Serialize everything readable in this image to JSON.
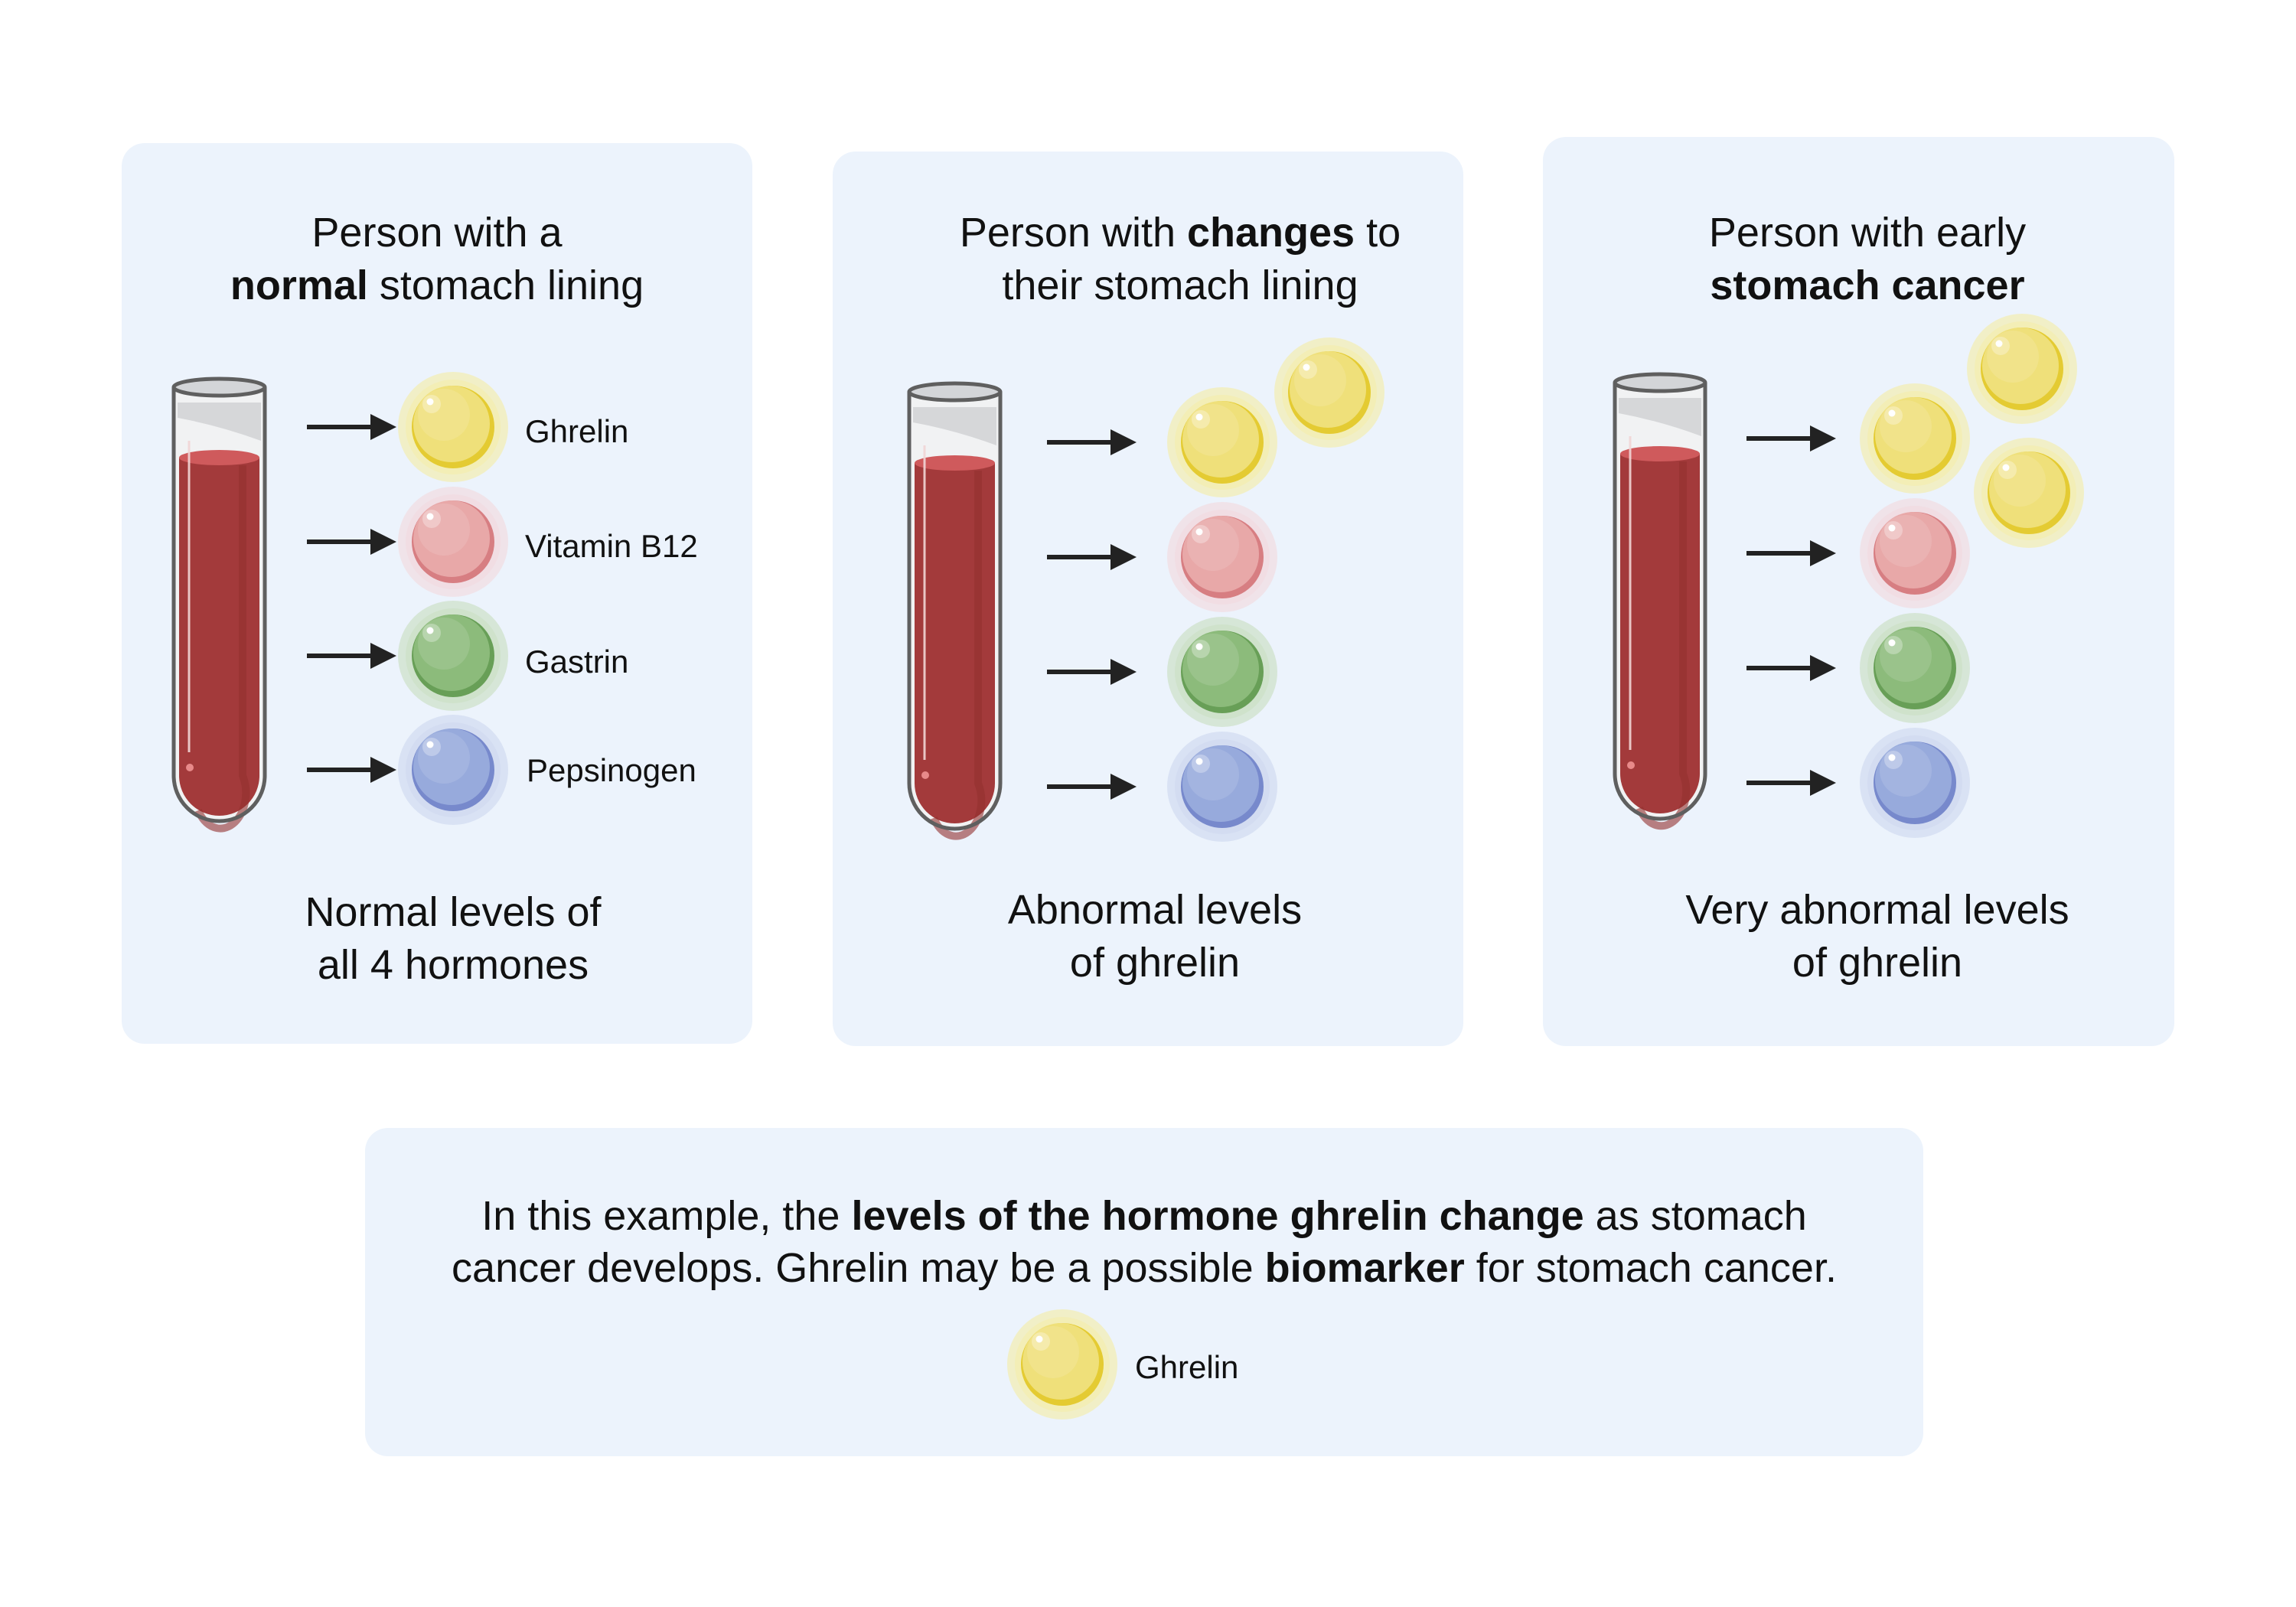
{
  "colors": {
    "panel_bg": "#ECF3FC",
    "page_bg": "#FFFFFF",
    "blood": "#A33A3B",
    "blood_top": "#CF5A5C",
    "arrow": "#222222"
  },
  "hormones": [
    {
      "key": "ghrelin",
      "name": "Ghrelin",
      "fill": "#EFE07A",
      "rim": "#E4CB32",
      "halo": "#F3EEB6"
    },
    {
      "key": "vitamin_b12",
      "name": "Vitamin B12",
      "fill": "#E8A8A8",
      "rim": "#D77E82",
      "halo": "#F1DDE3"
    },
    {
      "key": "gastrin",
      "name": "Gastrin",
      "fill": "#8CBB7B",
      "rim": "#689F57",
      "halo": "#CFE2CB"
    },
    {
      "key": "pepsinogen",
      "name": "Pepsinogen",
      "fill": "#97AADC",
      "rim": "#7789CC",
      "halo": "#D3DCF1"
    }
  ],
  "panels": [
    {
      "id": "normal",
      "title_line1": "Person with a",
      "title_line2_bold": "normal",
      "title_line2_rest": " stomach lining",
      "caption_line1": "Normal levels of",
      "caption_line2": "all 4 hormones",
      "show_labels": true,
      "extra_ghrelin": 0,
      "ghrelin_level": "normal"
    },
    {
      "id": "changes",
      "title_line1_pre": "Person with ",
      "title_line1_bold": "changes",
      "title_line1_post": " to",
      "title_line2": "their stomach lining",
      "caption_line1": "Abnormal levels",
      "caption_line2": "of ghrelin",
      "show_labels": false,
      "extra_ghrelin": 1,
      "ghrelin_level": "abnormal"
    },
    {
      "id": "cancer",
      "title_line1": "Person with early",
      "title_line2_bold": "stomach cancer",
      "caption_line1": "Very abnormal levels",
      "caption_line2": "of ghrelin",
      "show_labels": false,
      "extra_ghrelin": 2,
      "ghrelin_level": "very abnormal"
    }
  ],
  "summary": {
    "line1_pre": "In this example, the ",
    "line1_bold": "levels of the hormone ghrelin change",
    "line1_post": " as stomach",
    "line2_pre": "cancer develops. Ghrelin may be a possible ",
    "line2_bold": "biomarker",
    "line2_post": " for stomach cancer.",
    "legend_label": "Ghrelin"
  }
}
